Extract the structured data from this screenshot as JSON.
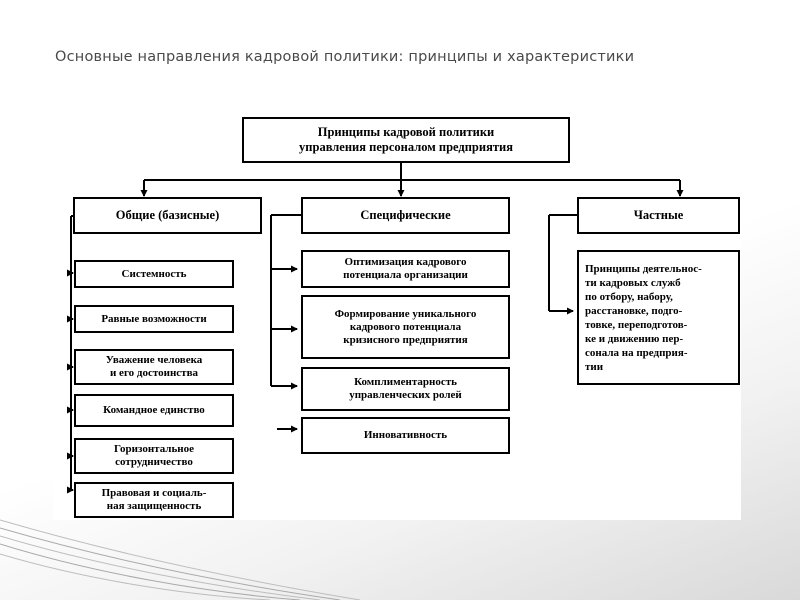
{
  "slide": {
    "title": "Основные направления кадровой политики: принципы и характеристики"
  },
  "diagram": {
    "root": {
      "line1": "Принципы кадровой политики",
      "line2": "управления персоналом предприятия"
    },
    "categories": [
      {
        "label": "Общие (базисные)"
      },
      {
        "label": "Специфические"
      },
      {
        "label": "Частные"
      }
    ],
    "general_items": [
      {
        "label": "Системность"
      },
      {
        "label": "Равные возможности"
      },
      {
        "line1": "Уважение человека",
        "line2": "и его достоинства"
      },
      {
        "label": "Командное единство"
      },
      {
        "line1": "Горизонтальное",
        "line2": "сотрудничество"
      },
      {
        "line1": "Правовая и социаль-",
        "line2": "ная защищенность"
      }
    ],
    "specific_items": [
      {
        "line1": "Оптимизация кадрового",
        "line2": "потенциала организации"
      },
      {
        "line1": "Формирование уникального",
        "line2": "кадрового потенциала",
        "line3": "кризисного предприятия"
      },
      {
        "line1": "Комплиментарность",
        "line2": "управленческих ролей"
      },
      {
        "label": "Инновативность"
      }
    ],
    "private_item": {
      "lines": [
        "Принципы деятельнос-",
        "ти кадровых служб",
        "по отбору, набору,",
        "расстановке, подго-",
        "товке, переподготов-",
        "ке и движению пер-",
        "сонала на предприя-",
        "тии"
      ]
    }
  },
  "colors": {
    "title": "#4a4a4a",
    "lines": "#000000",
    "background_fade": "#d9d9d9"
  }
}
